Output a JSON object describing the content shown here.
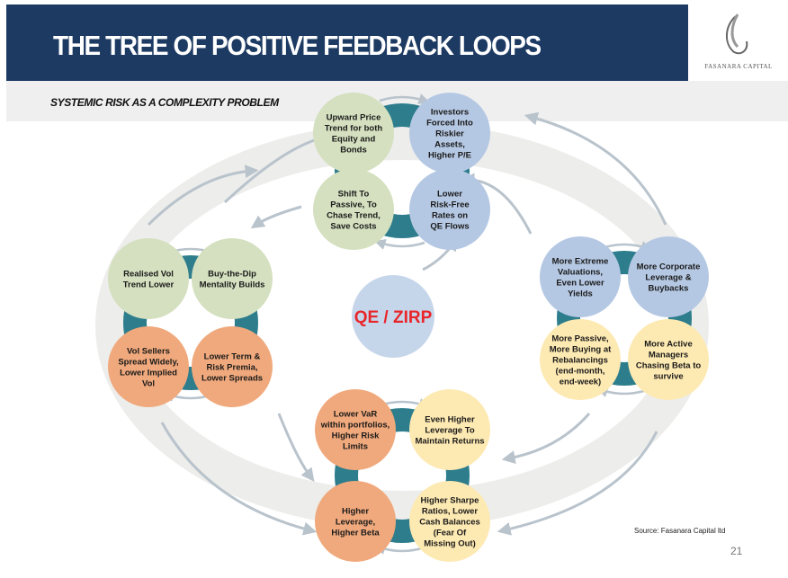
{
  "header": {
    "title": "THE TREE OF POSITIVE FEEDBACK LOOPS",
    "logo_text": "FASANARA CAPITAL"
  },
  "subtitle": "SYSTEMIC RISK AS A COMPLEXITY PROBLEM",
  "center": {
    "label": "QE / ZIRP",
    "color": "#e8262b"
  },
  "colors": {
    "teal": "#2d7d8c",
    "green": "#d4e0bf",
    "blue": "#b5c8e3",
    "orange": "#f0a97c",
    "yellow": "#fde9b2",
    "center_fill": "#c6d6ea",
    "ring": "#ececea",
    "arrow": "#b9c3cc"
  },
  "clusters": [
    {
      "name": "top",
      "nodes": [
        {
          "color": "green",
          "lines": [
            "Upward Price",
            "Trend for both",
            "Equity and",
            "Bonds"
          ]
        },
        {
          "color": "blue",
          "lines": [
            "Investors",
            "Forced Into",
            "Riskier",
            "Assets,",
            "Higher P/E"
          ]
        },
        {
          "color": "green",
          "lines": [
            "Shift To",
            "Passive, To",
            "Chase Trend,",
            "Save Costs"
          ]
        },
        {
          "color": "blue",
          "lines": [
            "Lower",
            "Risk-Free",
            "Rates on",
            "QE Flows"
          ]
        }
      ]
    },
    {
      "name": "left",
      "nodes": [
        {
          "color": "green",
          "lines": [
            "Realised Vol",
            "Trend Lower"
          ]
        },
        {
          "color": "green",
          "lines": [
            "Buy-the-Dip",
            "Mentality Builds"
          ]
        },
        {
          "color": "orange",
          "lines": [
            "Vol Sellers",
            "Spread Widely,",
            "Lower Implied",
            "Vol"
          ]
        },
        {
          "color": "orange",
          "lines": [
            "Lower Term &",
            "Risk Premia,",
            "Lower Spreads"
          ]
        }
      ]
    },
    {
      "name": "right",
      "nodes": [
        {
          "color": "blue",
          "lines": [
            "More Extreme",
            "Valuations,",
            "Even Lower",
            "Yields"
          ]
        },
        {
          "color": "blue",
          "lines": [
            "More Corporate",
            "Leverage &",
            "Buybacks"
          ]
        },
        {
          "color": "yellow",
          "lines": [
            "More Passive,",
            "More Buying at",
            "Rebalancings",
            "(end-month,",
            "end-week)"
          ]
        },
        {
          "color": "yellow",
          "lines": [
            "More Active",
            "Managers",
            "Chasing Beta to",
            "survive"
          ]
        }
      ]
    },
    {
      "name": "bottom",
      "nodes": [
        {
          "color": "orange",
          "lines": [
            "Lower VaR",
            "within portfolios,",
            "Higher Risk",
            "Limits"
          ]
        },
        {
          "color": "yellow",
          "lines": [
            "Even Higher",
            "Leverage To",
            "Maintain Returns"
          ]
        },
        {
          "color": "orange",
          "lines": [
            "Higher",
            "Leverage,",
            "Higher Beta"
          ]
        },
        {
          "color": "yellow",
          "lines": [
            "Higher Sharpe",
            "Ratios, Lower",
            "Cash Balances",
            "(Fear Of",
            "Missing Out)"
          ]
        }
      ]
    }
  ],
  "footer": {
    "source": "Source: Fasanara Capital ltd",
    "page_number": "21"
  }
}
